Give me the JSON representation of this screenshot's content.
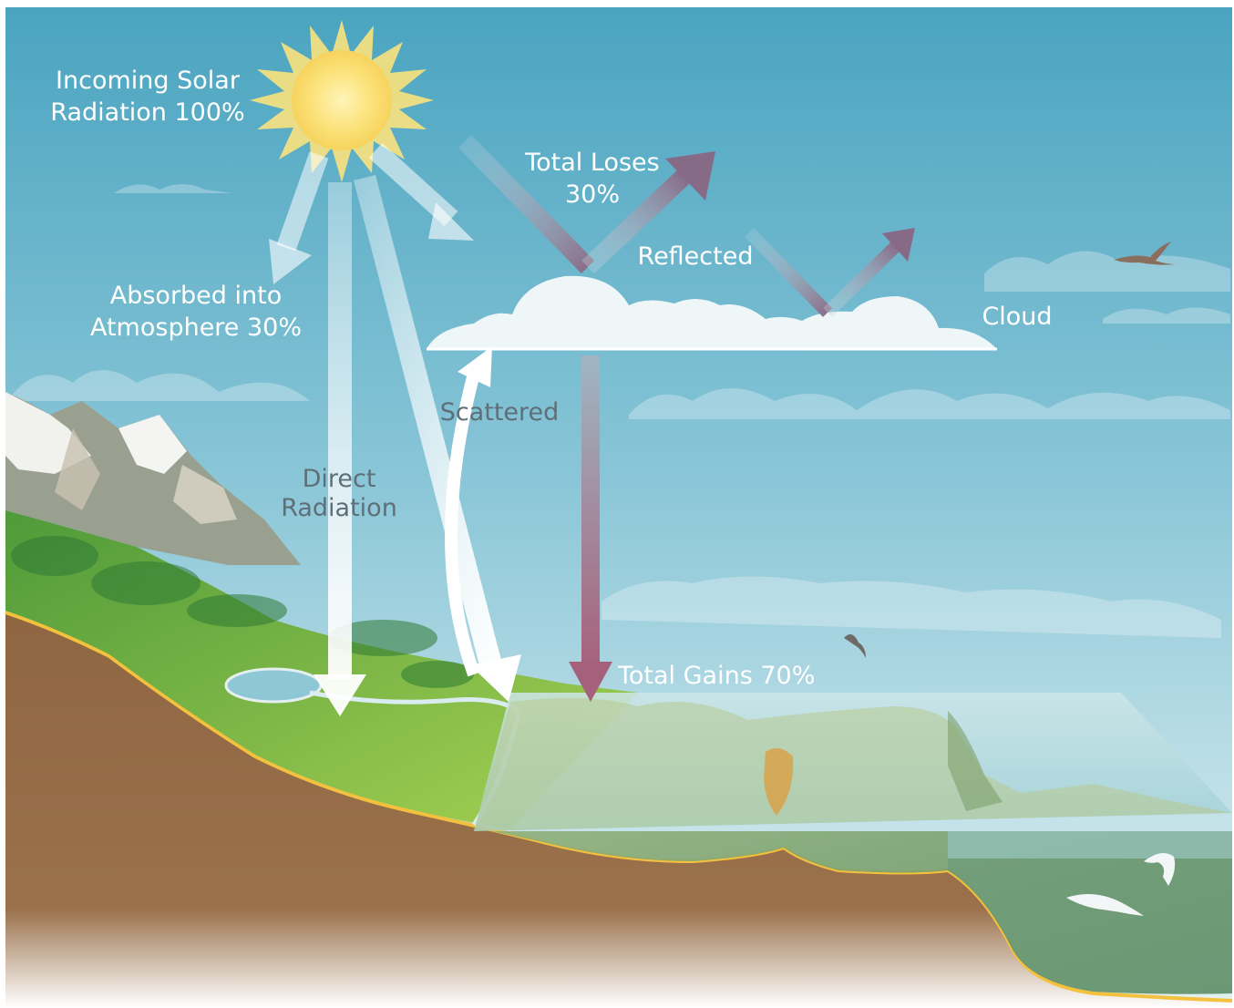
{
  "labels": {
    "incoming_line1": "Incoming Solar",
    "incoming_line2": "Radiation 100%",
    "total_loses_line1": "Total Loses",
    "total_loses_line2": "30%",
    "reflected": "Reflected",
    "cloud": "Cloud",
    "absorbed_line1": "Absorbed into",
    "absorbed_line2": "Atmosphere 30%",
    "scattered": "Scattered",
    "direct_line1": "Direct",
    "direct_line2": "Radiation",
    "total_gains": "Total Gains 70%"
  },
  "colors": {
    "sky_top": "#4ba6c1",
    "sky_bottom": "#d9ecef",
    "sun": "#fbe27a",
    "loss_arrow": "#8a7088",
    "gain_arrow": "#a06b80",
    "ground": "#8d6441",
    "grass": "#8cc63f",
    "sea": "#9fd0d6"
  }
}
